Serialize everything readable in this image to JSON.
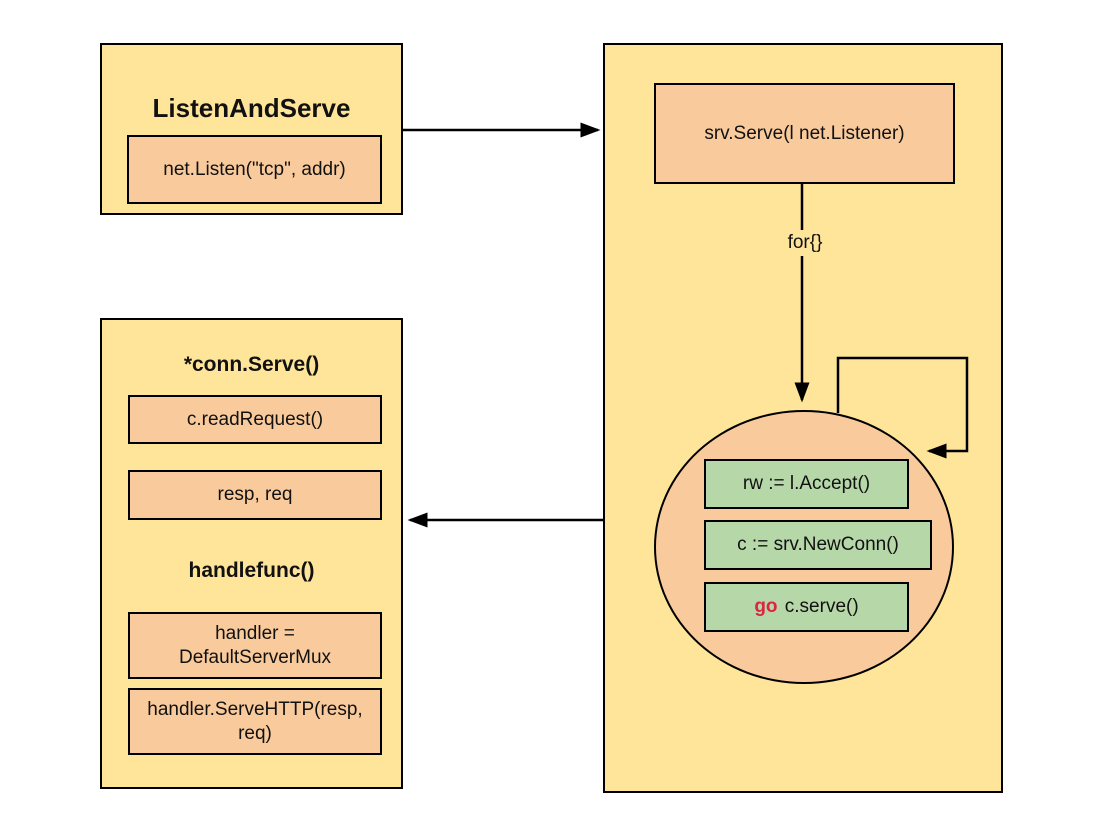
{
  "diagram": {
    "background": "#ffffff",
    "colors": {
      "panel_fill": "#ffe599",
      "node_fill": "#f9cb9c",
      "step_fill": "#b6d7a8",
      "keyword_red": "#da2642",
      "line": "#000000"
    },
    "listen_panel": {
      "title": "ListenAndServe",
      "net_listen": "net.Listen(\"tcp\", addr)"
    },
    "server_panel": {
      "srv_serve": "srv.Serve(l net.Listener)",
      "loop_label": "for{}",
      "accept": "rw := l.Accept()",
      "new_conn": "c := srv.NewConn()",
      "go_keyword": "go",
      "go_call": "c.serve()"
    },
    "conn_panel": {
      "title": "*conn.Serve()",
      "read_request": "c.readRequest()",
      "resp_req": "resp, req",
      "handlefunc_title": "handlefunc()",
      "handler_assign": "handler =\nDefaultServerMux",
      "serve_http": "handler.ServeHTTP(resp,\nreq)"
    }
  }
}
